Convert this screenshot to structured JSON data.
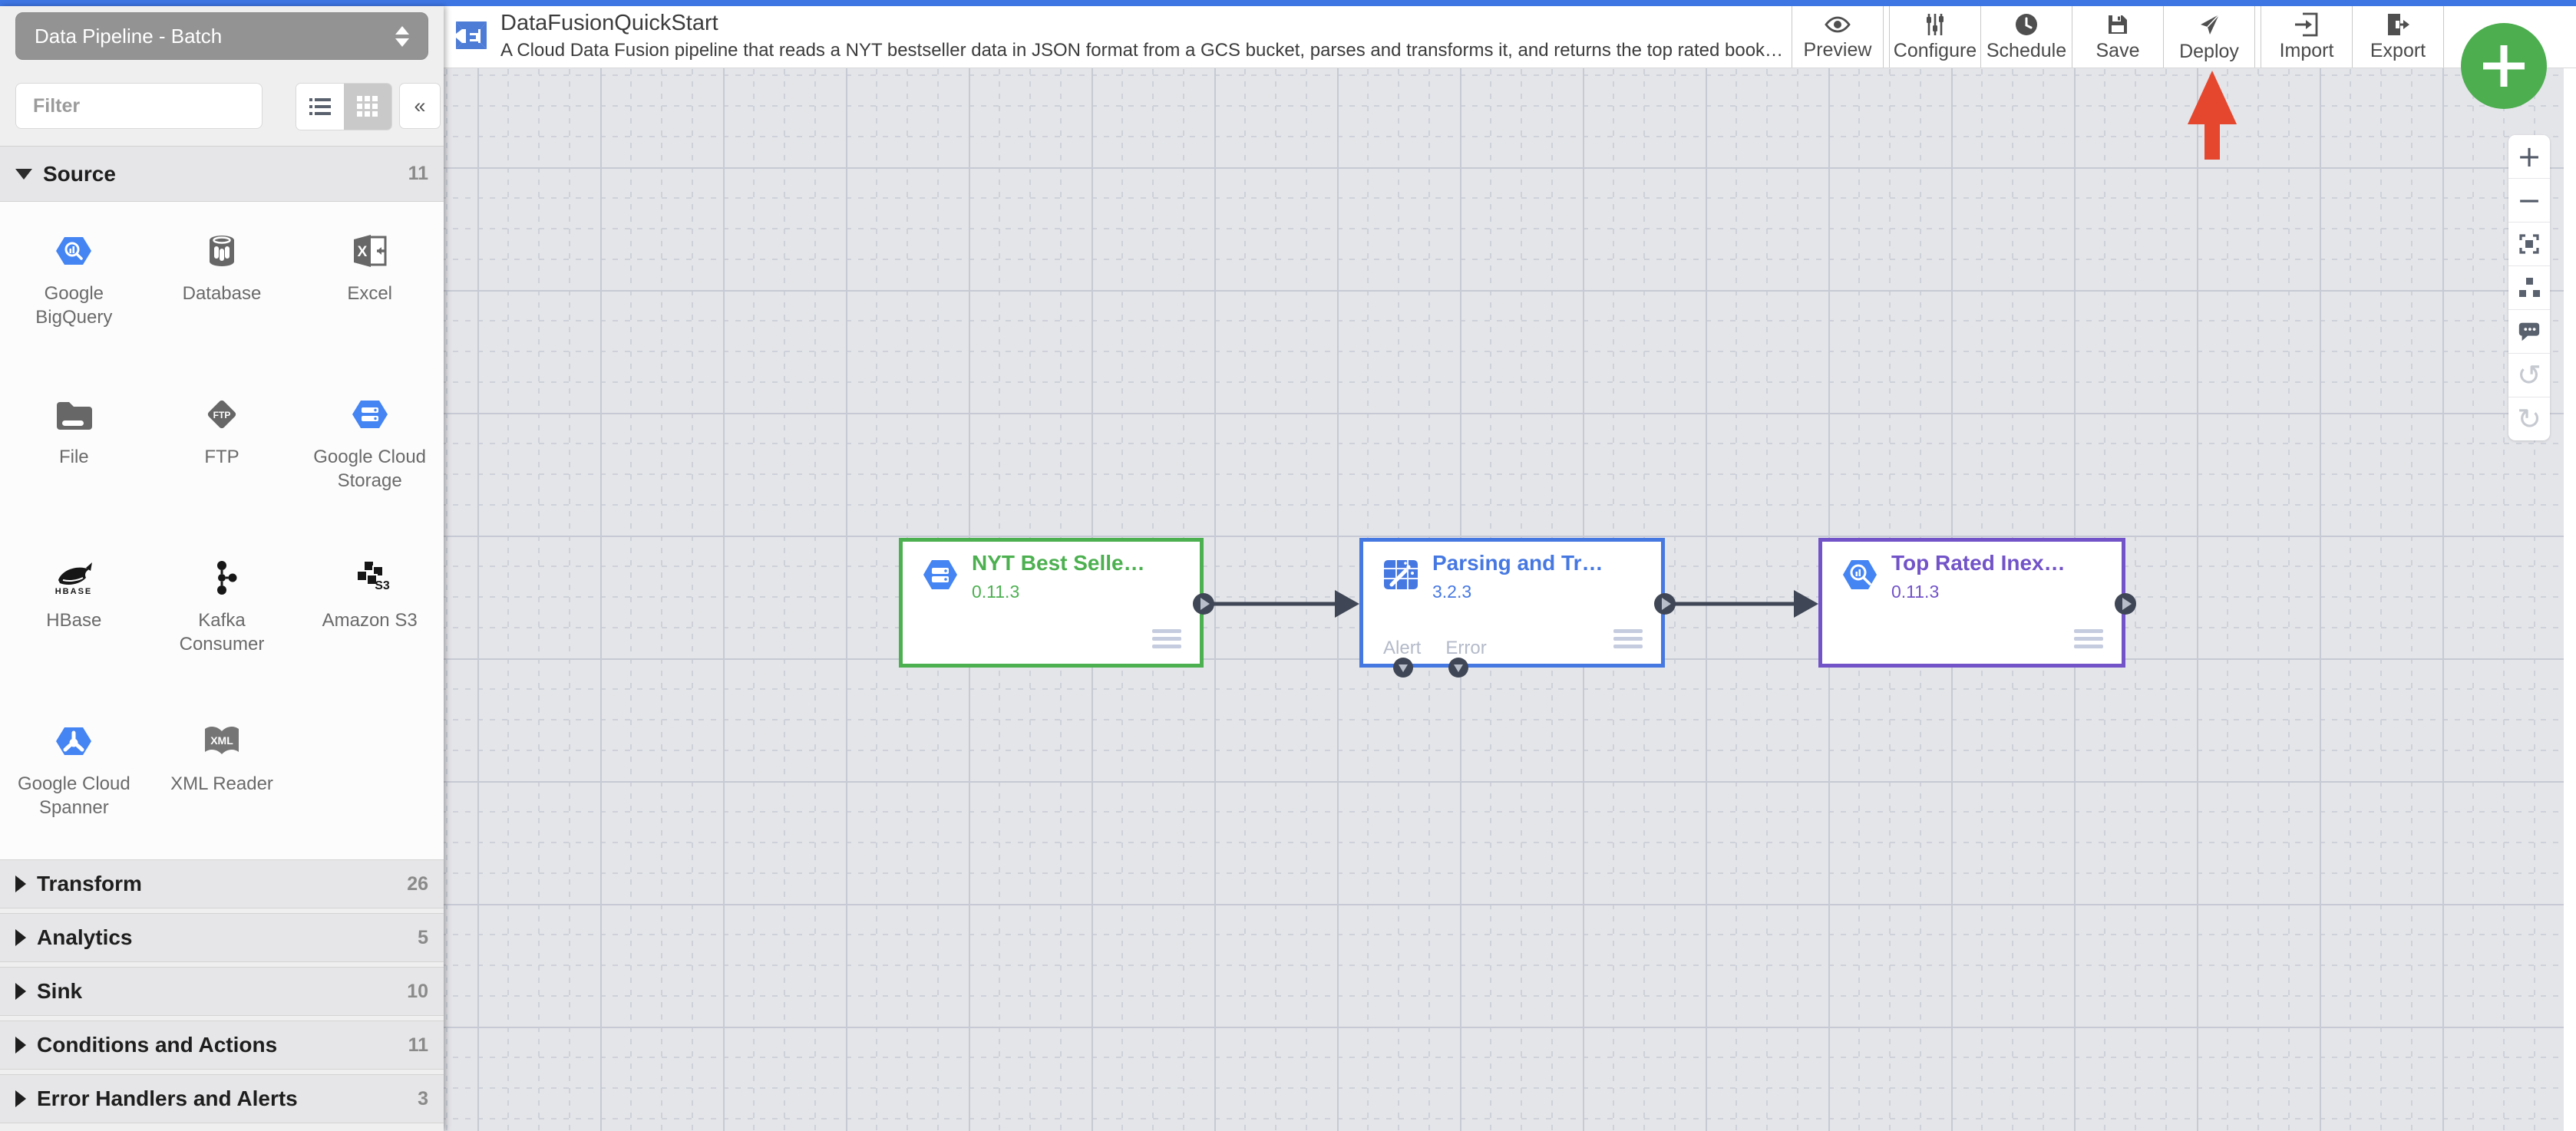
{
  "app": {
    "pipeline_type": "Data Pipeline - Batch",
    "top_bar_color": "#3e76e4"
  },
  "header": {
    "title": "DataFusionQuickStart",
    "description": "A Cloud Data Fusion pipeline that reads a NYT bestseller data in JSON format from a GCS bucket, parses and transforms it, and returns the top rated book…"
  },
  "toolbar": {
    "buttons": [
      {
        "label": "Preview",
        "icon": "eye-icon"
      },
      {
        "label": "Configure",
        "icon": "sliders-icon"
      },
      {
        "label": "Schedule",
        "icon": "clock-icon"
      },
      {
        "label": "Save",
        "icon": "floppy-icon"
      },
      {
        "label": "Deploy",
        "icon": "send-icon"
      },
      {
        "label": "Import",
        "icon": "import-icon"
      },
      {
        "label": "Export",
        "icon": "export-icon"
      }
    ],
    "add_button": {
      "icon": "plus-icon",
      "color": "#4cae4f"
    }
  },
  "annotation": {
    "deploy_arrow": {
      "icon": "red-up-arrow",
      "color": "#e5472e",
      "points_at": "Deploy"
    }
  },
  "sidebar": {
    "filter_placeholder": "Filter",
    "collapse_glyph": "«",
    "view_toggle": {
      "options": [
        "list-icon",
        "grid-icon"
      ],
      "selected": "grid"
    },
    "source_section": {
      "label": "Source",
      "count": "11",
      "expanded": true
    },
    "plugins": [
      {
        "label": "Google BigQuery",
        "icon": "bigquery-hexagon-icon"
      },
      {
        "label": "Database",
        "icon": "database-cylinder-icon"
      },
      {
        "label": "Excel",
        "icon": "excel-icon",
        "icon_text": "X"
      },
      {
        "label": "File",
        "icon": "folder-icon"
      },
      {
        "label": "FTP",
        "icon": "ftp-diamond-icon",
        "icon_text": "FTP"
      },
      {
        "label": "Google Cloud Storage",
        "icon": "gcs-hexagon-icon"
      },
      {
        "label": "HBase",
        "icon": "hbase-orca-icon",
        "icon_text": "HBASE"
      },
      {
        "label": "Kafka Consumer",
        "icon": "kafka-icon"
      },
      {
        "label": "Amazon S3",
        "icon": "s3-cubes-icon",
        "icon_text": "S3"
      },
      {
        "label": "Google Cloud Spanner",
        "icon": "spanner-hexagon-icon"
      },
      {
        "label": "XML Reader",
        "icon": "xml-book-icon",
        "icon_text": "XML"
      }
    ],
    "sections": [
      {
        "label": "Transform",
        "count": "26"
      },
      {
        "label": "Analytics",
        "count": "5"
      },
      {
        "label": "Sink",
        "count": "10"
      },
      {
        "label": "Conditions and Actions",
        "count": "11"
      },
      {
        "label": "Error Handlers and Alerts",
        "count": "3"
      }
    ]
  },
  "canvas": {
    "nodes": [
      {
        "title": "NYT Best Selle…",
        "version": "0.11.3",
        "accent": "#4cb050",
        "icon": "gcs-hexagon-icon"
      },
      {
        "title": "Parsing and Tr…",
        "version": "3.2.3",
        "accent": "#4678e2",
        "icon": "wrangler-icon",
        "ports": [
          {
            "label": "Alert"
          },
          {
            "label": "Error"
          }
        ]
      },
      {
        "title": "Top Rated Inex…",
        "version": "0.11.3",
        "accent": "#7253c8",
        "icon": "bigquery-hexagon-icon"
      }
    ],
    "grid": {
      "background": "#e4e5e9",
      "minor_line": "#ced1d9",
      "major_line": "#c7cad4"
    },
    "connection_color": "#3f4655"
  },
  "zoom_panel": {
    "buttons": [
      {
        "glyph": "+",
        "icon": "zoom-in-icon"
      },
      {
        "glyph": "−",
        "icon": "zoom-out-icon"
      },
      {
        "icon": "fit-to-screen-icon"
      },
      {
        "icon": "auto-align-icon"
      },
      {
        "icon": "comment-icon"
      },
      {
        "glyph": "↺",
        "icon": "undo-icon",
        "disabled": true
      },
      {
        "glyph": "↻",
        "icon": "redo-icon",
        "disabled": true
      }
    ]
  }
}
